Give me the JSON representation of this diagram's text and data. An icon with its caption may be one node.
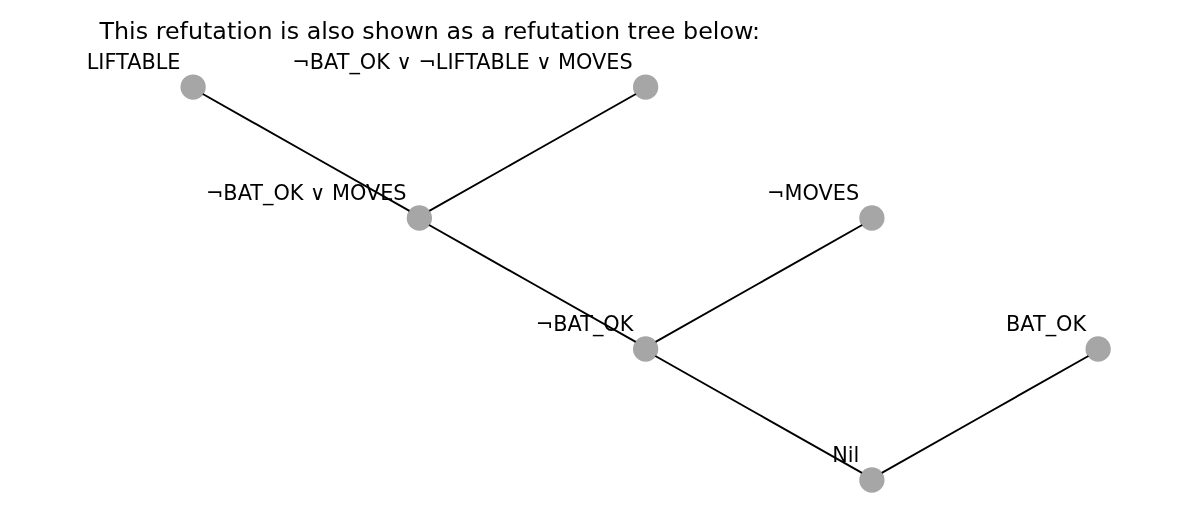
{
  "diagram": {
    "title": "This refutation is also shown as a refutation tree below:",
    "nodes": [
      {
        "text": [],
        "shape": "circle",
        "beside": [
          "LIFTABLE"
        ]
      },
      {
        "text": [],
        "shape": "circle",
        "beside": [
          "¬BAT_OK ∨ ¬LIFTABLE ∨ MOVES"
        ]
      },
      {
        "text": [],
        "shape": "circle",
        "beside": [
          "¬BAT_OK ∨ MOVES"
        ]
      },
      {
        "text": [],
        "shape": "circle",
        "beside": [
          "¬MOVES"
        ]
      },
      {
        "text": [],
        "shape": "circle",
        "beside": [
          "¬BAT_OK"
        ]
      },
      {
        "text": [],
        "shape": "circle",
        "beside": [
          "BAT_OK"
        ]
      },
      {
        "text": [],
        "shape": "circle",
        "beside": [
          "Nil"
        ]
      }
    ],
    "edges": [
      {
        "from": 0,
        "to": 2,
        "arrow": "none"
      },
      {
        "from": 1,
        "to": 2,
        "arrow": "none"
      },
      {
        "from": 2,
        "to": 4,
        "arrow": "none"
      },
      {
        "from": 3,
        "to": 4,
        "arrow": "none"
      },
      {
        "from": 4,
        "to": 6,
        "arrow": "none"
      },
      {
        "from": 5,
        "to": 6,
        "arrow": "none"
      }
    ]
  }
}
